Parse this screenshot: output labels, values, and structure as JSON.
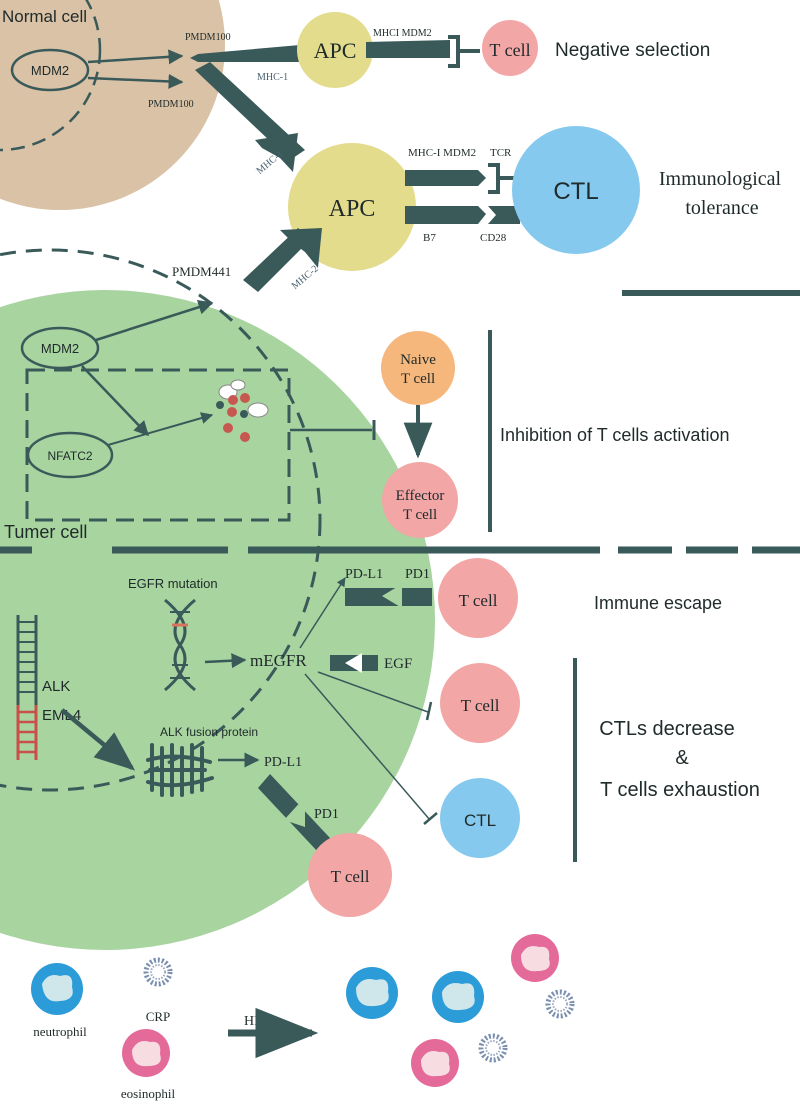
{
  "colors": {
    "normal_cell": "#d9c2a5",
    "tumor_cell": "#a8d4a0",
    "apc": "#e3dc8c",
    "t_cell": "#f2a6a6",
    "ctl": "#86c9ee",
    "naive": "#f5b77c",
    "arrow": "#3a5a5a",
    "neutrophil": "#2b9cd8",
    "eosinophil": "#e46a9a"
  },
  "regions": {
    "normal_cell": "Normal cell",
    "tumor_cell": "Tumer cell"
  },
  "top": {
    "mdm2": "MDM2",
    "pmdm100_upper": "PMDM100",
    "pmdm100_lower": "PMDM100",
    "mhc1_upper": "MHC-1",
    "apc_upper": "APC",
    "mhci_mdm2_upper": "MHCI MDM2",
    "tcell_upper": "T cell",
    "negative_selection": "Negative selection",
    "mhc1_diag": "MHC-1",
    "apc_main": "APC",
    "mhci_mdm2_main": "MHC-I MDM2",
    "tcr": "TCR",
    "ctl_main": "CTL",
    "b7": "B7",
    "cd28": "CD28",
    "tolerance_line1": "Immunological",
    "tolerance_line2": "tolerance",
    "pmdm441": "PMDM441",
    "mhc2": "MHC-2"
  },
  "middle": {
    "mdm2": "MDM2",
    "nfatc2": "NFATC2",
    "naive_line1": "Naive",
    "naive_line2": "T cell",
    "effector_line1": "Effector",
    "effector_line2": "T cell",
    "inhibition": "Inhibition of T cells activation"
  },
  "lower": {
    "pdl1_top": "PD-L1",
    "pd1_top": "PD1",
    "tcell_escape": "T cell",
    "immune_escape": "Immune escape",
    "egfr_mutation": "EGFR mutation",
    "megfr": "mEGFR",
    "egf": "EGF",
    "tcell_decrease": "T cell",
    "alk": "ALK",
    "eml4": "EML4",
    "alk_fusion": "ALK fusion protein",
    "pdl1_lower": "PD-L1",
    "ctl_lower": "CTL",
    "ctls_decrease": "CTLs  decrease",
    "ampersand": "&",
    "exhaustion": "T cells  exhaustion",
    "pd1_lower": "PD1",
    "tcell_bottom": "T cell"
  },
  "legend": {
    "neutrophil": "neutrophil",
    "crp": "CRP",
    "eosinophil": "eosinophil",
    "hpd": "HPD"
  }
}
